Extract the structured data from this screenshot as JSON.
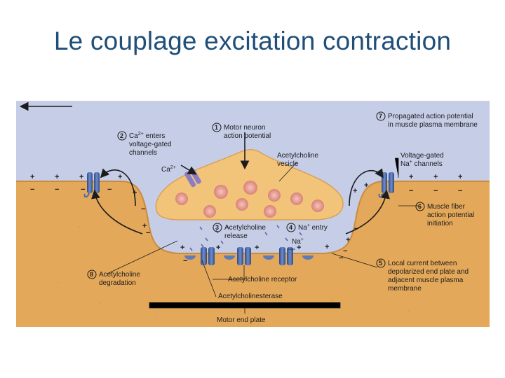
{
  "title": "Le couplage excitation contraction",
  "diagram": {
    "labels": {
      "step1": "Motor neuron action potential",
      "step1_line1": "Motor neuron",
      "step1_line2": "action potential",
      "step2_line1": "Ca",
      "step2_sup": "2+",
      "step2_line1_rest": " enters",
      "step2_line2": "voltage-gated",
      "step2_line3": "channels",
      "step3_line1": "Acetylcholine",
      "step3_line2": "release",
      "step4_line1": "Na",
      "step4_sup": "+",
      "step4_rest": " entry",
      "step5_line1": "Local current between",
      "step5_line2": "depolarized end plate and",
      "step5_line3": "adjacent muscle plasma",
      "step5_line4": "membrane",
      "step6_line1": "Muscle fiber",
      "step6_line2": "action potential",
      "step6_line3": "initiation",
      "step7_line1": "Propagated action potential",
      "step7_line2": "in muscle plasma membrane",
      "step8_line1": "Acetylcholine",
      "step8_line2": "degradation",
      "vgna_line1": "Voltage-gated",
      "vgna_line2": "Na",
      "vgna_sup": "+",
      "vgna_rest": " channels",
      "ach_vesicle_line1": "Acetylcholine",
      "ach_vesicle_line2": "vesicle",
      "ca_ion": "Ca",
      "ca_ion_sup": "2+",
      "na_ion": "Na",
      "na_ion_sup": "+",
      "ach_receptor": "Acetylcholine receptor",
      "ache": "Acetylcholinesterase",
      "motor_end_plate": "Motor end plate"
    },
    "step_numbers": [
      "1",
      "2",
      "3",
      "4",
      "5",
      "6",
      "7",
      "8"
    ],
    "colors": {
      "background_fluid": "#c8cfe8",
      "muscle_fiber": "#e6ad5e",
      "neuron_terminal": "#f2c57a",
      "vesicle": "#e08f84",
      "channel": "#4b6aa8",
      "ca_channel": "#8b7cc4",
      "text": "#1c1c1c",
      "title": "#1f4e79"
    }
  }
}
